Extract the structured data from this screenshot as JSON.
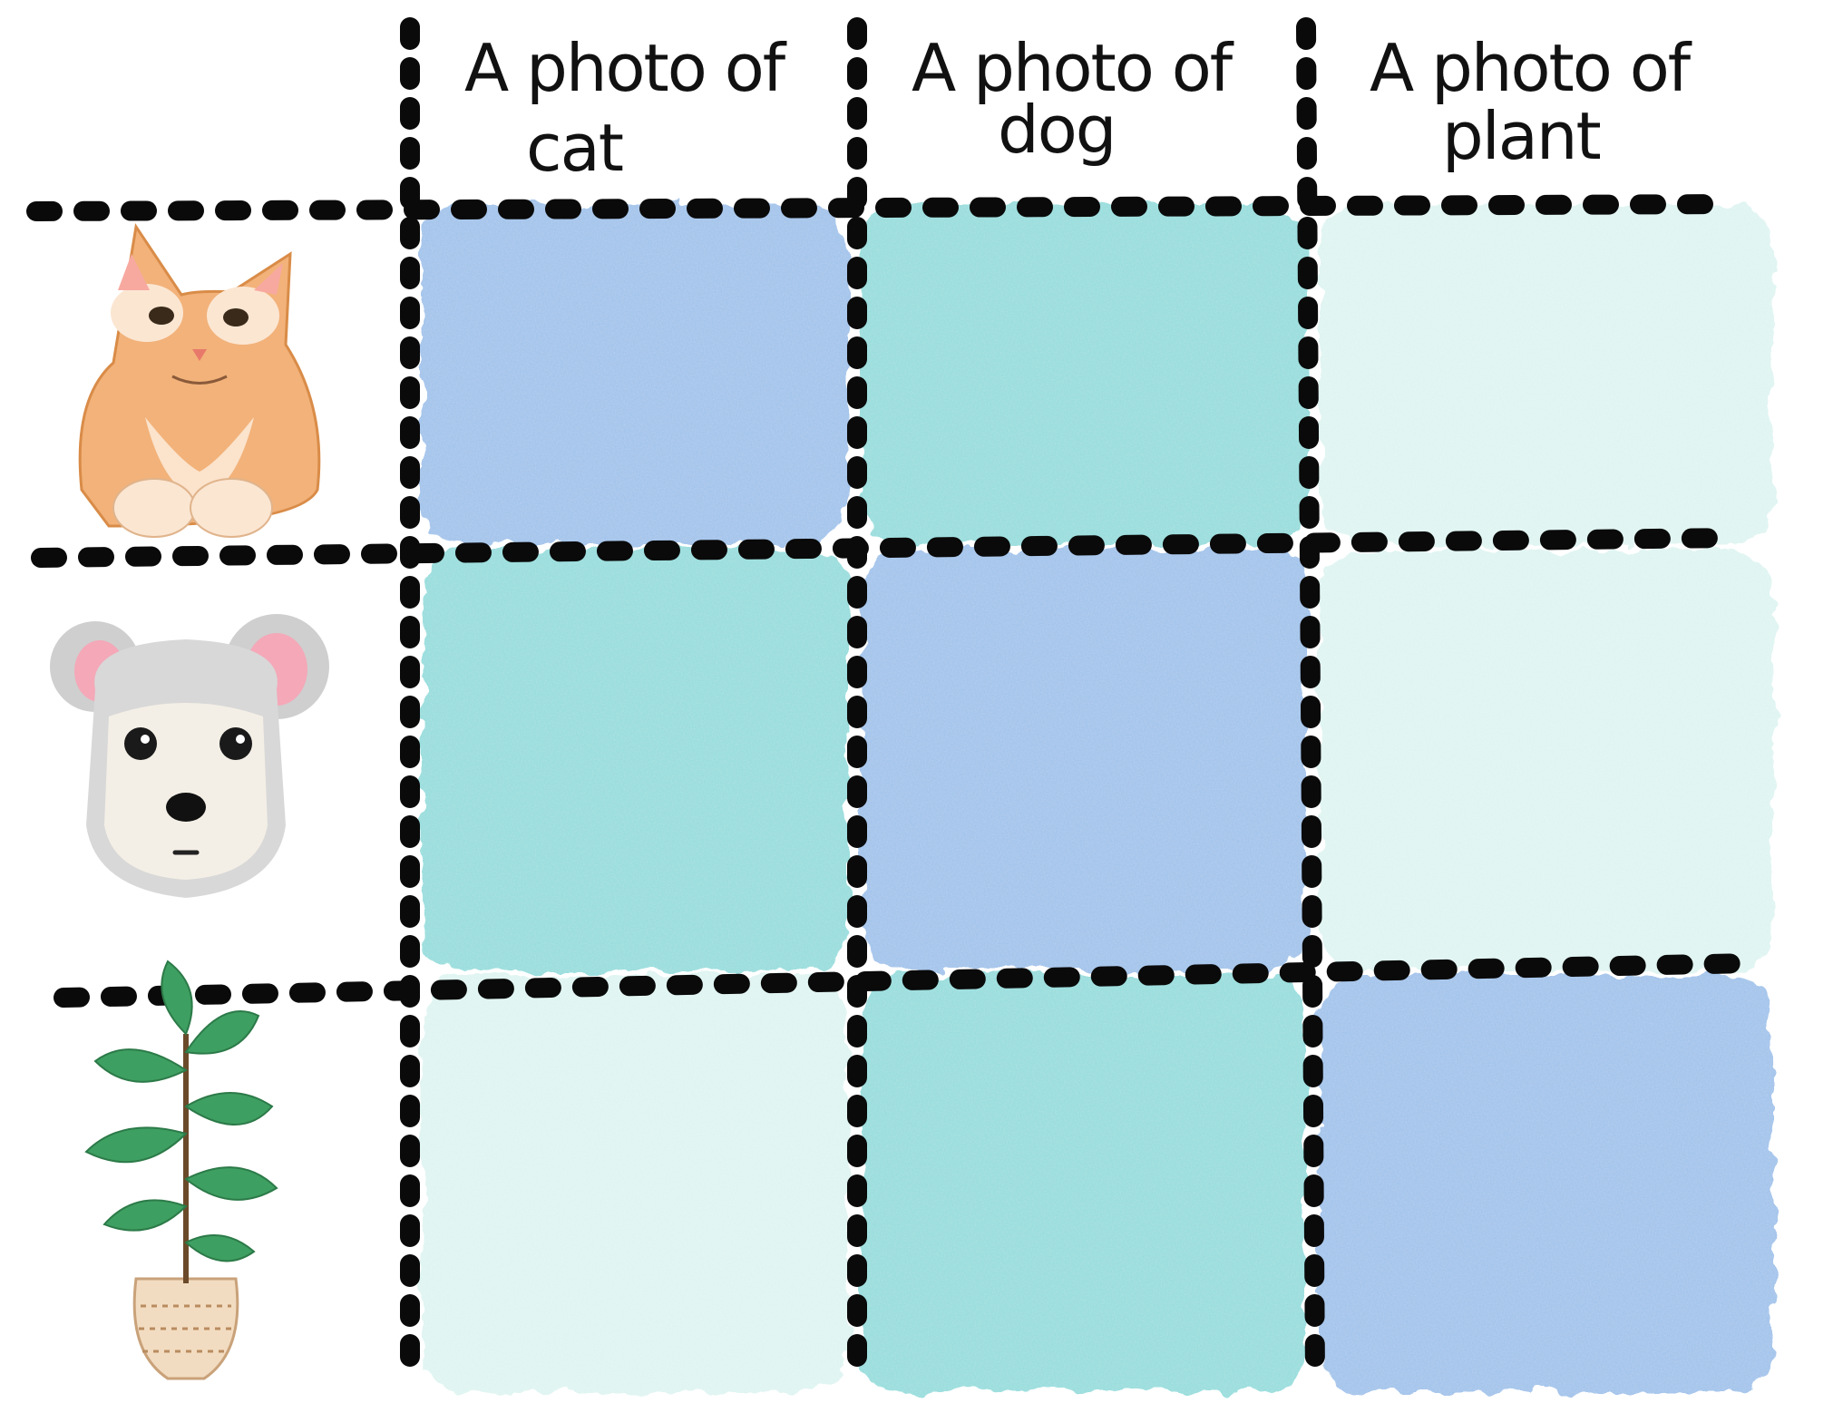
{
  "headers": [
    {
      "line1": "A photo of",
      "line2": "cat"
    },
    {
      "line1": "A photo of",
      "line2": "dog"
    },
    {
      "line1": "A photo of",
      "line2": "plant"
    }
  ],
  "rows": [
    {
      "icon": "cat-icon"
    },
    {
      "icon": "dog-icon"
    },
    {
      "icon": "plant-icon"
    }
  ],
  "matrix": [
    [
      "strong",
      "medium",
      "light"
    ],
    [
      "medium",
      "strong",
      "light"
    ],
    [
      "light",
      "medium",
      "strong"
    ]
  ],
  "colors": {
    "strong": "#9ec1ea",
    "medium": "#93dcdc",
    "light": "#def4f1",
    "dash": "#0a0a0a",
    "cat_fur": "#f2b27a",
    "dog_fur": "#d6d6d6",
    "plant_leaf": "#3e9f62"
  }
}
